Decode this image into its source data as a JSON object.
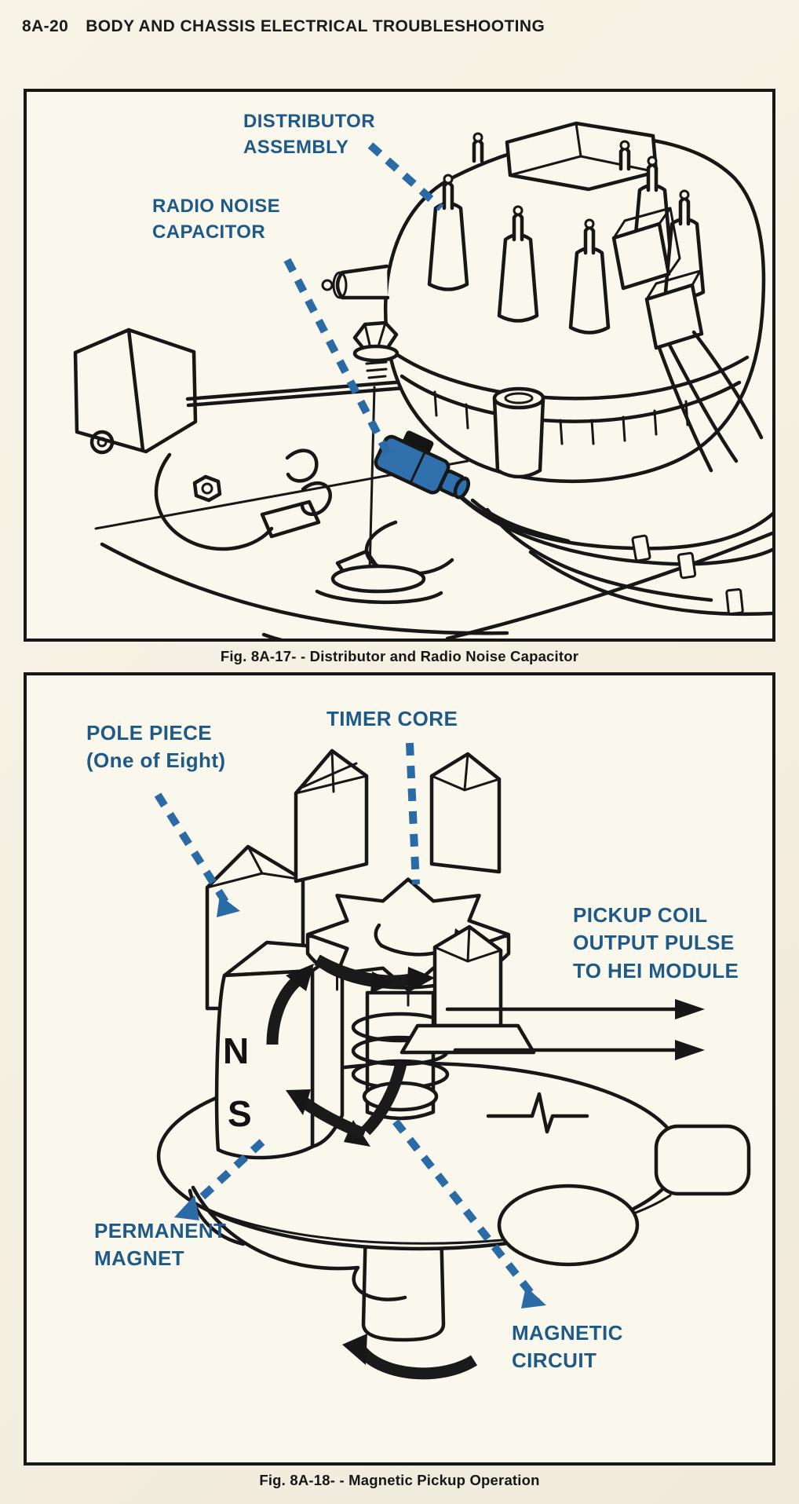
{
  "header": {
    "section_number": "8A-20",
    "title": "BODY AND CHASSIS ELECTRICAL TROUBLESHOOTING"
  },
  "figure_17": {
    "caption": "Fig. 8A-17- - Distributor and Radio Noise Capacitor",
    "labels": {
      "distributor_assembly": "DISTRIBUTOR\nASSEMBLY",
      "radio_noise_capacitor": "RADIO NOISE\nCAPACITOR"
    }
  },
  "figure_18": {
    "caption": "Fig. 8A-18- - Magnetic Pickup Operation",
    "labels": {
      "pole_piece": "POLE PIECE\n(One of Eight)",
      "timer_core": "TIMER CORE",
      "pickup_coil": "PICKUP COIL\nOUTPUT PULSE\nTO HEI MODULE",
      "permanent_magnet": "PERMANENT\nMAGNET",
      "magnetic_circuit": "MAGNETIC\nCIRCUIT",
      "magnet_pole_n": "N",
      "magnet_pole_s": "S"
    }
  },
  "colors": {
    "label_blue": "#1d5a88",
    "leader_blue": "#2a6aa5",
    "capacitor_blue": "#3070ad",
    "ink_black": "#171717",
    "page_background": "#f4f0e2",
    "figure_background": "#faf7ed"
  }
}
